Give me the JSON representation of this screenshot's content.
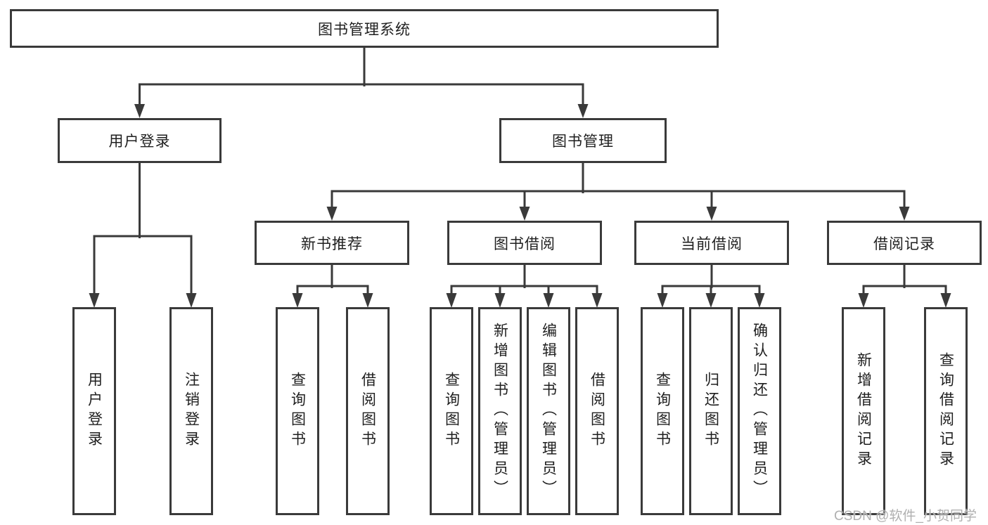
{
  "diagram": {
    "watermark": "CSDN @软件_小贺同学",
    "colors": {
      "line": "#3a3a3a",
      "text": "#1f1f1f",
      "background": "#ffffff",
      "watermark": "#b0b0b0"
    },
    "root": {
      "label": "图书管理系统",
      "children": [
        {
          "label": "用户登录",
          "children": [
            {
              "label": "用户登录"
            },
            {
              "label": "注销登录"
            }
          ]
        },
        {
          "label": "图书管理",
          "children": [
            {
              "label": "新书推荐",
              "children": [
                {
                  "label": "查询图书"
                },
                {
                  "label": "借阅图书"
                }
              ]
            },
            {
              "label": "图书借阅",
              "children": [
                {
                  "label": "查询图书"
                },
                {
                  "label": "新增图书（管理员）"
                },
                {
                  "label": "编辑图书（管理员）"
                },
                {
                  "label": "借阅图书"
                }
              ]
            },
            {
              "label": "当前借阅",
              "children": [
                {
                  "label": "查询图书"
                },
                {
                  "label": "归还图书"
                },
                {
                  "label": "确认归还（管理员）"
                }
              ]
            },
            {
              "label": "借阅记录",
              "children": [
                {
                  "label": "新增借阅记录"
                },
                {
                  "label": "查询借阅记录"
                }
              ]
            }
          ]
        }
      ]
    }
  }
}
